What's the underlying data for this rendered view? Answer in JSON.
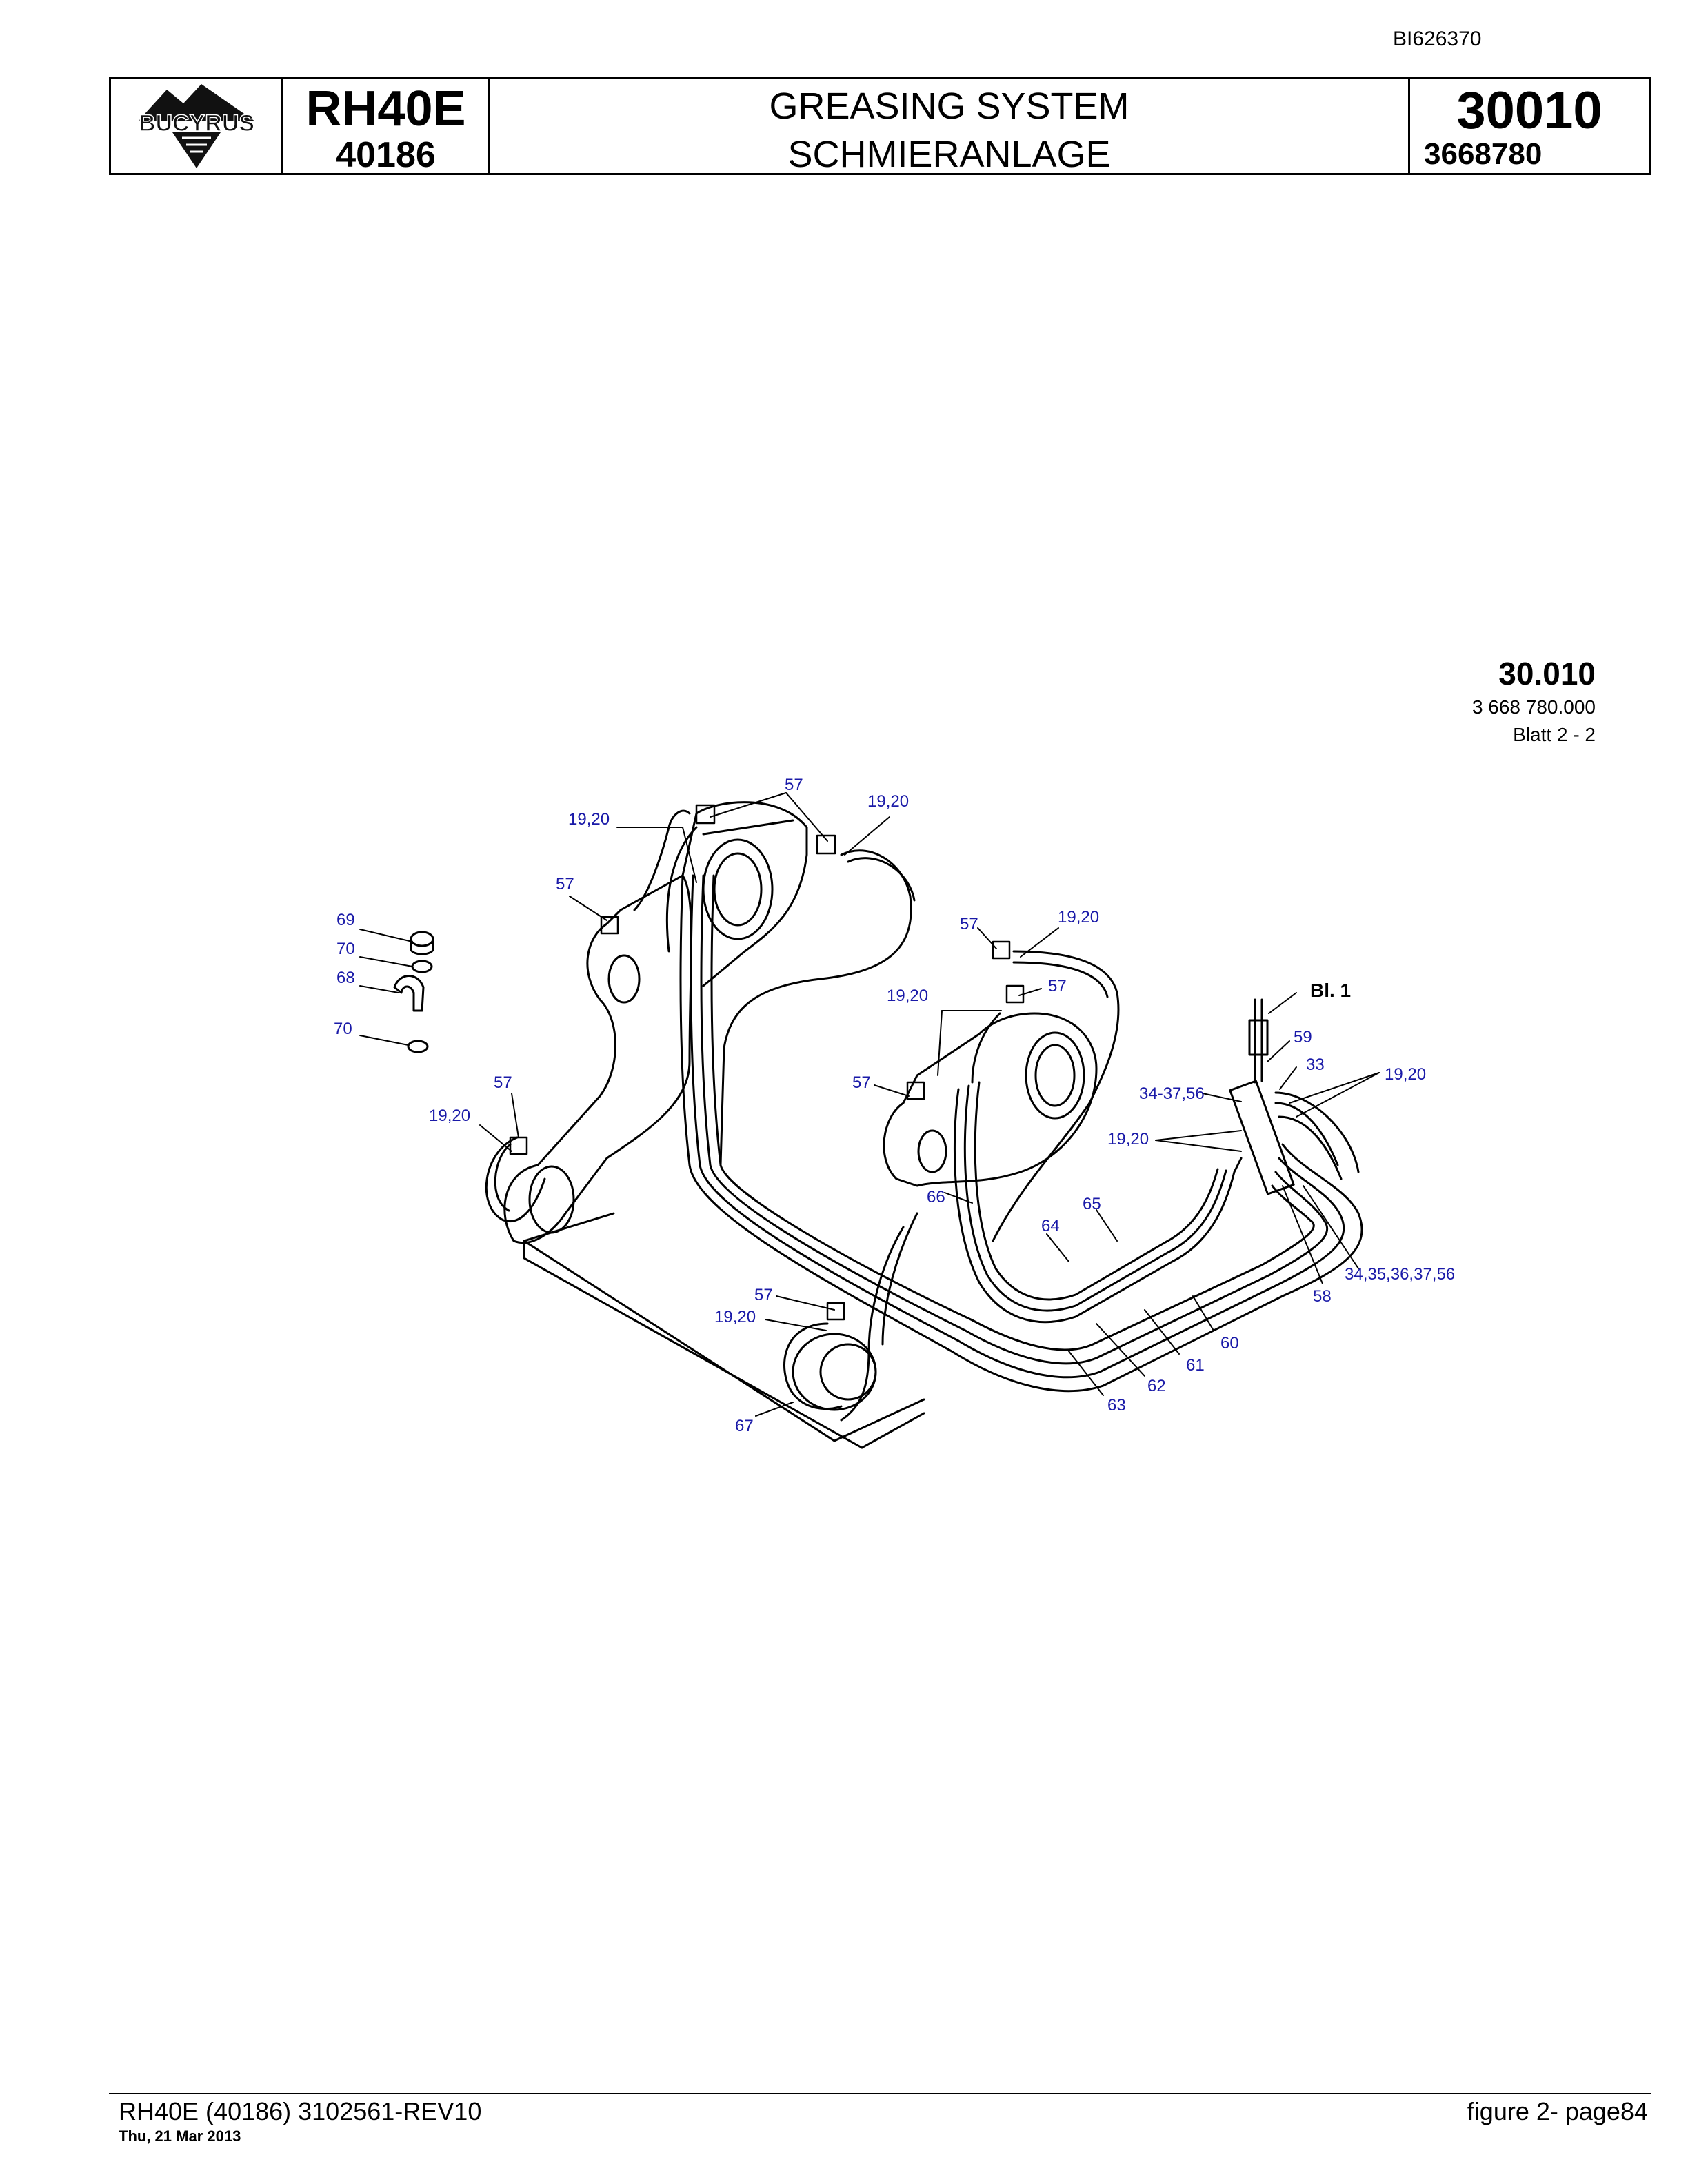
{
  "document_id": "BI626370",
  "header": {
    "brand": "BUCYRUS",
    "model": "RH40E",
    "serial": "40186",
    "title_en": "GREASING SYSTEM",
    "title_de": "SCHMIERANLAGE",
    "section": "30010",
    "part_number": "3668780"
  },
  "sheet": {
    "group": "30.010",
    "drawing_number": "3 668 780.000",
    "sheet_label": "Blatt 2 - 2"
  },
  "callouts": {
    "c57_top": "57",
    "c1920_top_left": "19,20",
    "c1920_top_right": "19,20",
    "c57_mid_left": "57",
    "c69": "69",
    "c70_a": "70",
    "c68": "68",
    "c70_b": "70",
    "c57_left": "57",
    "c1920_left": "19,20",
    "c57_mid": "57",
    "c1920_mid": "19,20",
    "c1920_center": "19,20",
    "c57_center": "57",
    "c57_center_left": "57",
    "bl1": "Bl. 1",
    "c59": "59",
    "c33": "33",
    "c1920_right": "19,20",
    "c34_37_56": "34-37,56",
    "c1920_valve": "19,20",
    "c66": "66",
    "c65": "65",
    "c64": "64",
    "c34_35_36_37_56": "34,35,36,37,56",
    "c58": "58",
    "c57_bottom": "57",
    "c1920_bottom": "19,20",
    "c60": "60",
    "c61": "61",
    "c62": "62",
    "c63": "63",
    "c67": "67"
  },
  "footer": {
    "left": "RH40E (40186) 3102561-REV10",
    "date": "Thu, 21 Mar 2013",
    "right": "figure 2- page84"
  }
}
